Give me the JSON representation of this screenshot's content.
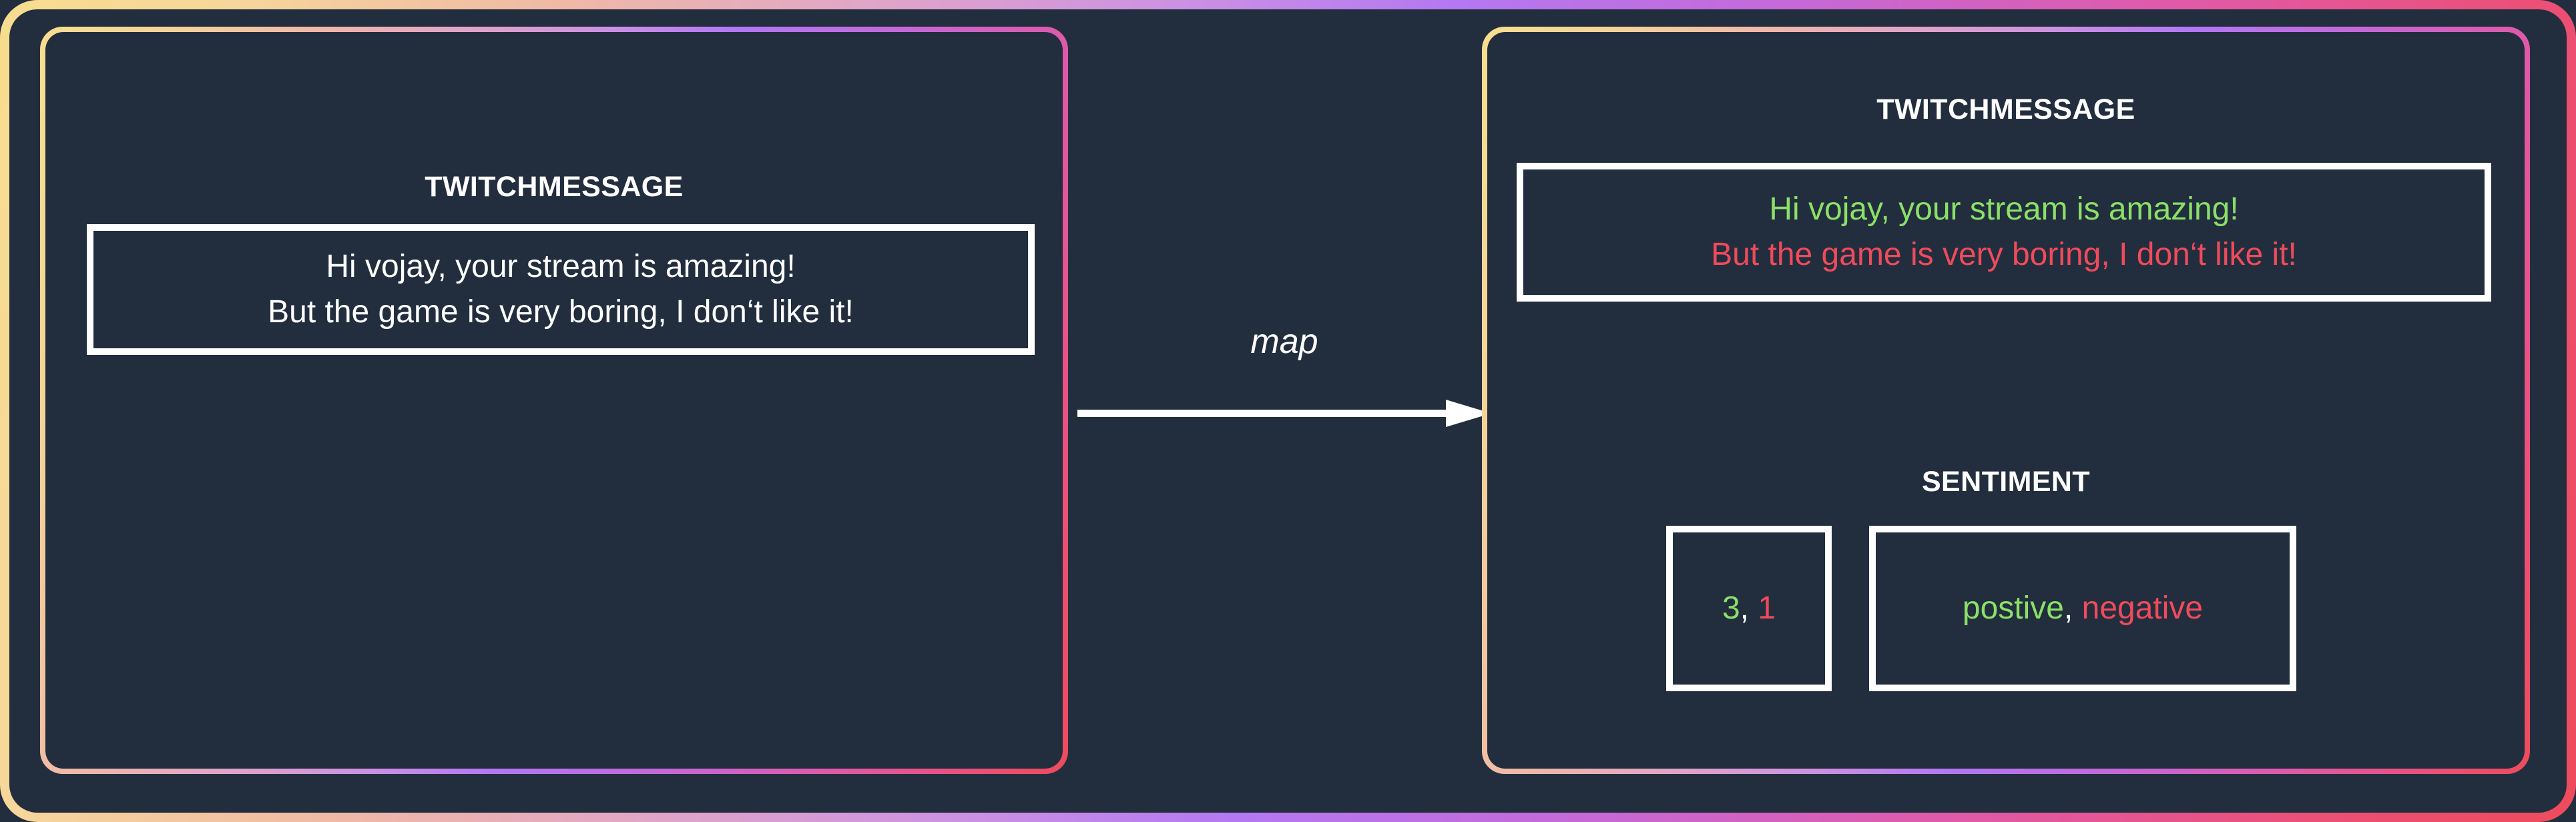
{
  "theme": {
    "background": "#222E3E",
    "gradient_start": "#F8DE90",
    "gradient_mid": "#B277F3",
    "gradient_end": "#EE4B5C",
    "positive_color": "#8BE068",
    "negative_color": "#EF4B5B",
    "neutral_color": "#FFFFFF"
  },
  "left_card": {
    "title": "TWITCHMESSAGE",
    "message_lines": [
      "Hi vojay, your stream is amazing!",
      "But the game is very boring, I don‘t like it!"
    ]
  },
  "transform": {
    "label": "map",
    "arrow_icon": "arrow-right-icon"
  },
  "right_card": {
    "message_title": "TWITCHMESSAGE",
    "message_lines": [
      {
        "text": "Hi vojay, your stream is amazing!",
        "sentiment": "positive"
      },
      {
        "text": "But the game is very boring, I don‘t like it!",
        "sentiment": "negative"
      }
    ],
    "sentiment_title": "SENTIMENT",
    "score_box": {
      "positive_score": "3",
      "separator": ", ",
      "negative_score": "1"
    },
    "label_box": {
      "positive_label": "postive",
      "separator": ", ",
      "negative_label": "negative"
    }
  }
}
